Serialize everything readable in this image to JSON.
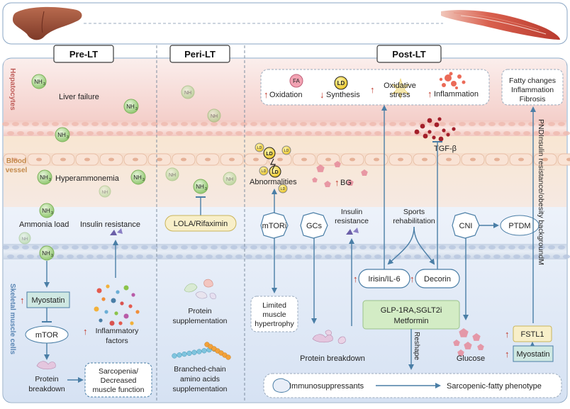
{
  "headers": {
    "pre": "Pre-LT",
    "peri": "Peri-LT",
    "post": "Post-LT"
  },
  "side_labels": {
    "hepatocytes": "Hepatocytes",
    "blood_vessel_1": "Blood",
    "blood_vessel_2": "vessel",
    "skeletal": "Skeletal muscle cells"
  },
  "molecules": {
    "nh3": "NH",
    "nh3_sub": "3",
    "fa": "FA",
    "ld": "LD"
  },
  "pre": {
    "liver_failure": "Liver failure",
    "hyperammonemia": "Hyperammonemia",
    "ammonia_load": "Ammonia load",
    "insulin_resistance": "Insulin resistance",
    "myostatin": "Myostatin",
    "mtor": "mTOR",
    "inflammatory_1": "Inflammatory",
    "inflammatory_2": "factors",
    "protein_breakdown_1": "Protein",
    "protein_breakdown_2": "breakdown",
    "sarcopenia_1": "Sarcopenia/",
    "sarcopenia_2": "Decreased",
    "sarcopenia_3": "muscle function"
  },
  "peri": {
    "lola": "LOLA/Rifaximin",
    "protein_supp_1": "Protein",
    "protein_supp_2": "supplementation",
    "bcaa_1": "Branched-chain",
    "bcaa_2": "amino acids",
    "bcaa_3": "supplementation"
  },
  "post": {
    "oxidation": "Oxidation",
    "synthesis": "Synthesis",
    "oxidative_1": "Oxidative",
    "oxidative_2": "stress",
    "inflammation": "Inflammation",
    "fatty_1": "Fatty changes",
    "fatty_2": "Inflammation",
    "fatty_3": "Fibrosis",
    "tgf": "TGF-β",
    "abnormalities": "Abnormalities",
    "bg": "BG",
    "mtori": "mTORi",
    "gcs": "GCs",
    "insulin_1": "Insulin",
    "insulin_2": "resistance",
    "sports_1": "Sports",
    "sports_2": "rehabilitation",
    "cni": "CNI",
    "ptdm": "PTDM",
    "limited_1": "Limited",
    "limited_2": "muscle",
    "limited_3": "hypertrophy",
    "irisin": "Irisin/IL-6",
    "decorin": "Decorin",
    "glp_1": "GLP-1RA,SGLT2i",
    "glp_2": "Metformin",
    "reshape": "Reshape",
    "protein_breakdown": "Protein breakdown",
    "glucose": "Glucose",
    "fstl1": "FSTL1",
    "myostatin": "Myostatin",
    "immunosuppressants": "Immunosuppressants",
    "sarcopenic_fatty": "Sarcopenic-fatty phenotype",
    "vertical": "PNDInsulin resistance/obesity backgroundM"
  },
  "colors": {
    "liver": "#a0523a",
    "hepatocyte_band": "#f5d3cf",
    "blood_band": "#f7e4cf",
    "muscle_band": "#dbe6f5",
    "arrow": "#4a7ea6",
    "up_arrow": "#c0392b",
    "box_green": "#d3ecc5",
    "box_teal": "#cfe8e2",
    "nh3_green": "#a9d88a"
  }
}
